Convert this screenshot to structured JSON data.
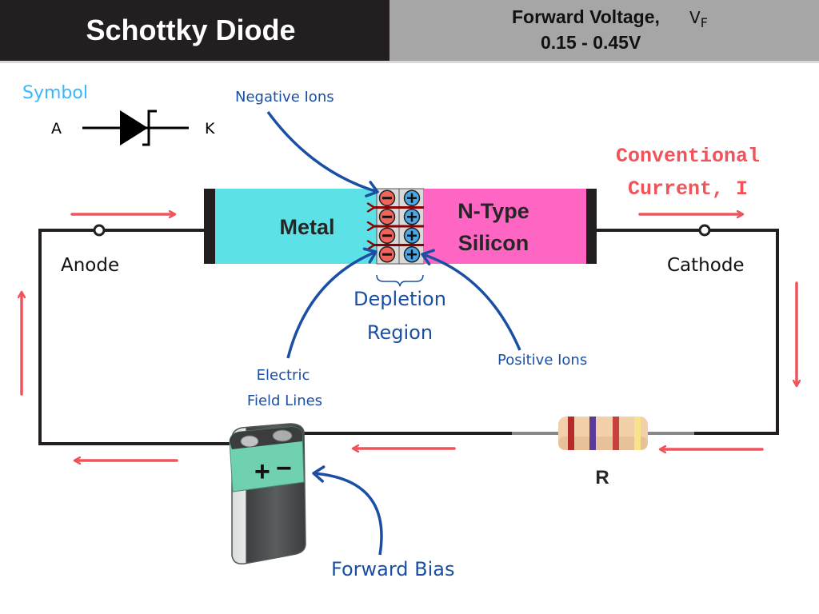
{
  "header": {
    "title": "Schottky Diode",
    "forward_voltage_label": "Forward Voltage,",
    "forward_voltage_symbol": "V",
    "forward_voltage_subscript": "F",
    "forward_voltage_range": "0.15 - 0.45V"
  },
  "symbol": {
    "title": "Symbol",
    "anode_letter": "A",
    "cathode_letter": "K"
  },
  "diode": {
    "metal_label": "Metal",
    "ntype_label_line1": "N-Type",
    "ntype_label_line2": "Silicon",
    "negative_ion_glyph": "−",
    "positive_ion_glyph": "+",
    "ion_rows": 4
  },
  "annotations": {
    "negative_ions": "Negative Ions",
    "positive_ions": "Positive Ions",
    "depletion_line1": "Depletion",
    "depletion_line2": "Region",
    "electric_line1": "Electric",
    "electric_line2": "Field Lines",
    "forward_bias": "Forward Bias"
  },
  "circuit": {
    "anode_label": "Anode",
    "cathode_label": "Cathode",
    "current_line1": "Conventional",
    "current_line2": "Current, I",
    "resistor_label": "R",
    "battery_plus": "+",
    "battery_minus": "−"
  },
  "colors": {
    "metal": "#5ce1e6",
    "ntype": "#ff66c4",
    "current_arrow": "#f0545a",
    "annotation_blue": "#1b4fa3",
    "symbol_blue": "#38b6ff",
    "negative_ion": "#f0645a",
    "positive_ion": "#4aa8e8",
    "field_line": "#8b0000"
  }
}
